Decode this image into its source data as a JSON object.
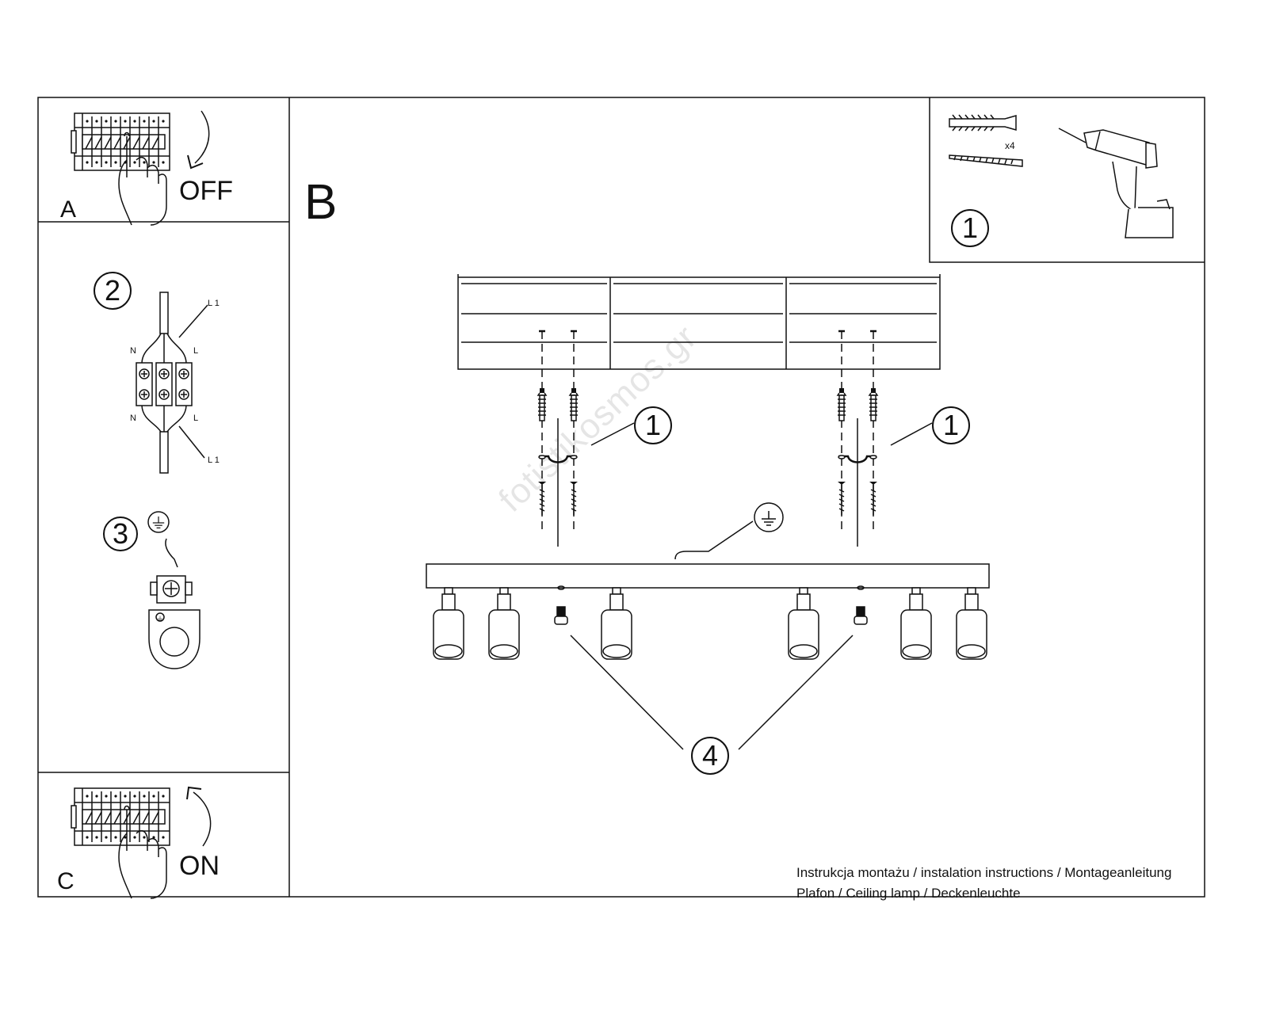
{
  "panels": {
    "a": {
      "letter": "A",
      "action": "OFF"
    },
    "b": {
      "letter": "B"
    },
    "c": {
      "letter": "C",
      "action": "ON"
    }
  },
  "steps": {
    "one": "1",
    "two": "2",
    "three": "3",
    "four": "4"
  },
  "hardware": {
    "quantity": "x4"
  },
  "wiring": {
    "live_top": "L 1",
    "live_bottom": "L 1",
    "neutral": "N",
    "live": "L"
  },
  "footer": {
    "line1": "Instrukcja montażu / instalation instructions / Montageanleitung",
    "line2": "Plafon / Ceiling lamp / Deckenleuchte"
  },
  "watermark": "fotistikosmos.gr",
  "icons": {
    "ground": "ground-symbol-icon",
    "drill": "drill-icon",
    "breaker": "breaker-panel-icon",
    "hand": "hand-icon",
    "arrow": "curved-arrow-icon"
  }
}
